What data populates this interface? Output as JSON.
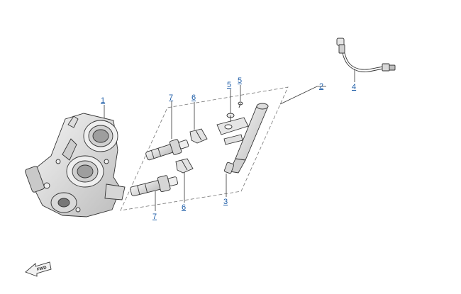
{
  "callouts": [
    {
      "id": "c1",
      "label": "1"
    },
    {
      "id": "c2",
      "label": "2"
    },
    {
      "id": "c3",
      "label": "3"
    },
    {
      "id": "c4",
      "label": "4"
    },
    {
      "id": "c5a",
      "label": "5"
    },
    {
      "id": "c5b",
      "label": "5"
    },
    {
      "id": "c6a",
      "label": "6"
    },
    {
      "id": "c6b",
      "label": "6"
    },
    {
      "id": "c7a",
      "label": "7"
    },
    {
      "id": "c7b",
      "label": "7"
    }
  ],
  "fwd_arrow": {
    "label": "FWD",
    "icon": "forward-arrow-icon"
  },
  "colors": {
    "callout": "#1f5ea8",
    "line": "#333333",
    "dash": "#777777"
  }
}
